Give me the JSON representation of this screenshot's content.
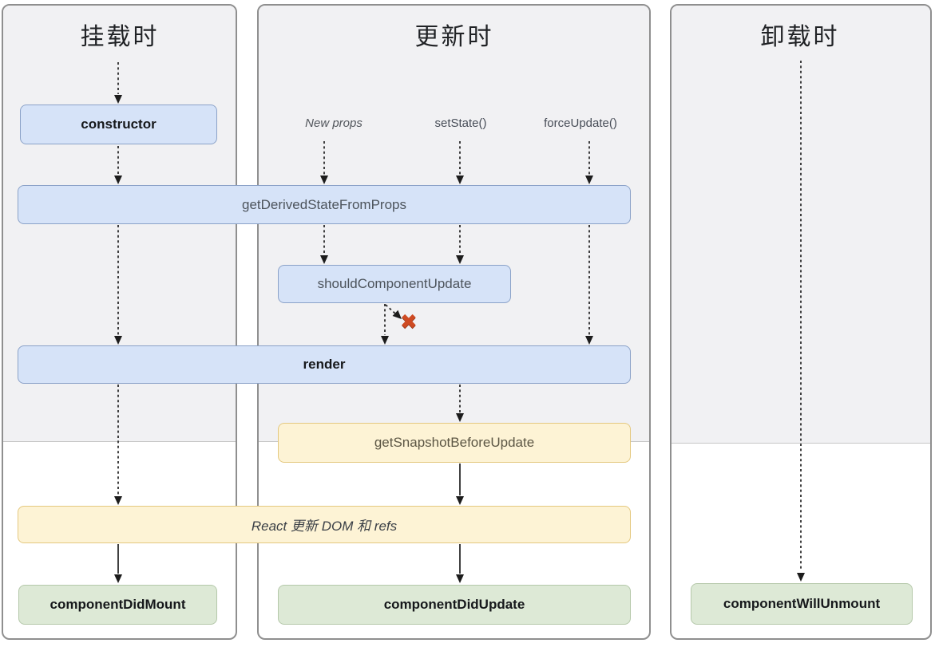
{
  "columns": [
    {
      "title": "挂载时"
    },
    {
      "title": "更新时"
    },
    {
      "title": "卸载时"
    }
  ],
  "triggers": {
    "new_props": "New props",
    "set_state": "setState()",
    "force_update": "forceUpdate()"
  },
  "boxes": {
    "constructor": "constructor",
    "get_derived_state_from_props": "getDerivedStateFromProps",
    "should_component_update": "shouldComponentUpdate",
    "render": "render",
    "get_snapshot_before_update": "getSnapshotBeforeUpdate",
    "react_updates_dom": "React 更新 DOM 和 refs",
    "component_did_mount": "componentDidMount",
    "component_did_update": "componentDidUpdate",
    "component_will_unmount": "componentWillUnmount"
  },
  "marks": {
    "cancel": "✖"
  },
  "colors": {
    "blue_fill": "#d6e3f8",
    "blue_border": "#8ba2c8",
    "yellow_fill": "#fdf3d5",
    "yellow_border": "#e4c87f",
    "green_fill": "#dde9d6",
    "green_border": "#b5c8aa",
    "panel_shade": "#f1f1f3",
    "panel_border": "#8f8f8f",
    "arrow": "#2b2b2b",
    "cancel_mark": "#ce4a22"
  }
}
